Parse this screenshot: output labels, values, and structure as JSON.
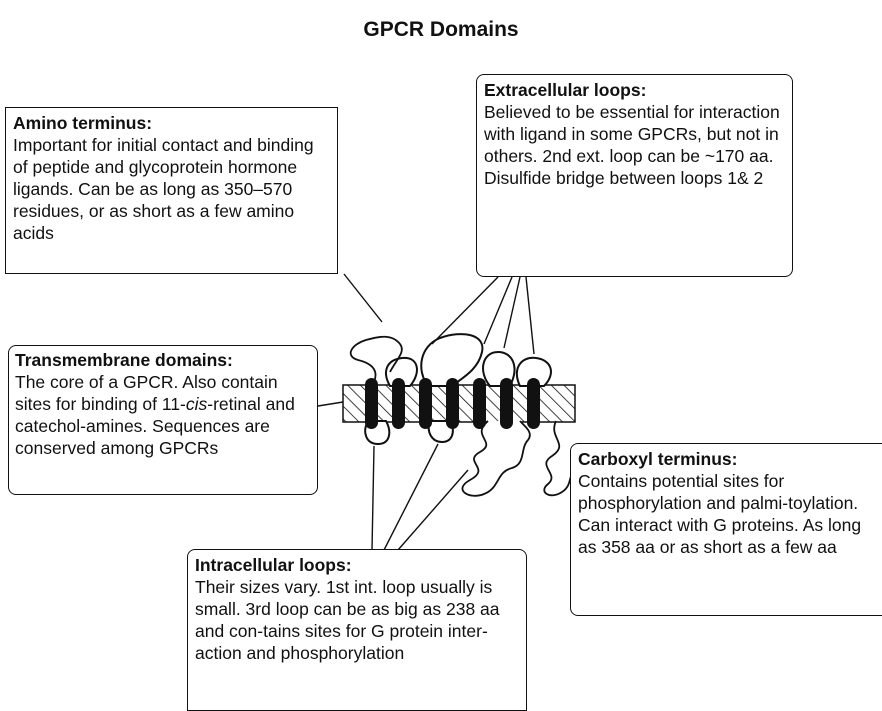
{
  "title": "GPCR Domains",
  "boxes": {
    "amino": {
      "heading": "Amino terminus:",
      "body": "Important for initial contact and binding of peptide and glycoprotein hormone ligands. Can be as long as 350–570 residues, or as short as a few amino acids"
    },
    "extracellular": {
      "heading": "Extracellular loops:",
      "body": "Believed to be essential for interaction with ligand in some GPCRs, but not in others. 2nd ext. loop can be ~170 aa. Disulfide bridge between loops 1& 2"
    },
    "transmembrane": {
      "heading": "Transmembrane domains:",
      "body_before_italic": "The core of a GPCR. Also contain sites for binding of 11-",
      "body_italic": "cis",
      "body_after_italic": "-retinal and catechol-amines. Sequences are conserved among GPCRs"
    },
    "carboxyl": {
      "heading": "Carboxyl terminus:",
      "body": "Contains potential sites for phosphorylation and palmi-toylation. Can interact with G proteins. As long as 358 aa or as short as a few aa"
    },
    "intracellular": {
      "heading": "Intracellular loops:",
      "body": "Their sizes vary. 1st int. loop usually is small. 3rd loop can be as big as 238 aa and con-tains sites for G protein inter-action and phosphorylation"
    }
  }
}
